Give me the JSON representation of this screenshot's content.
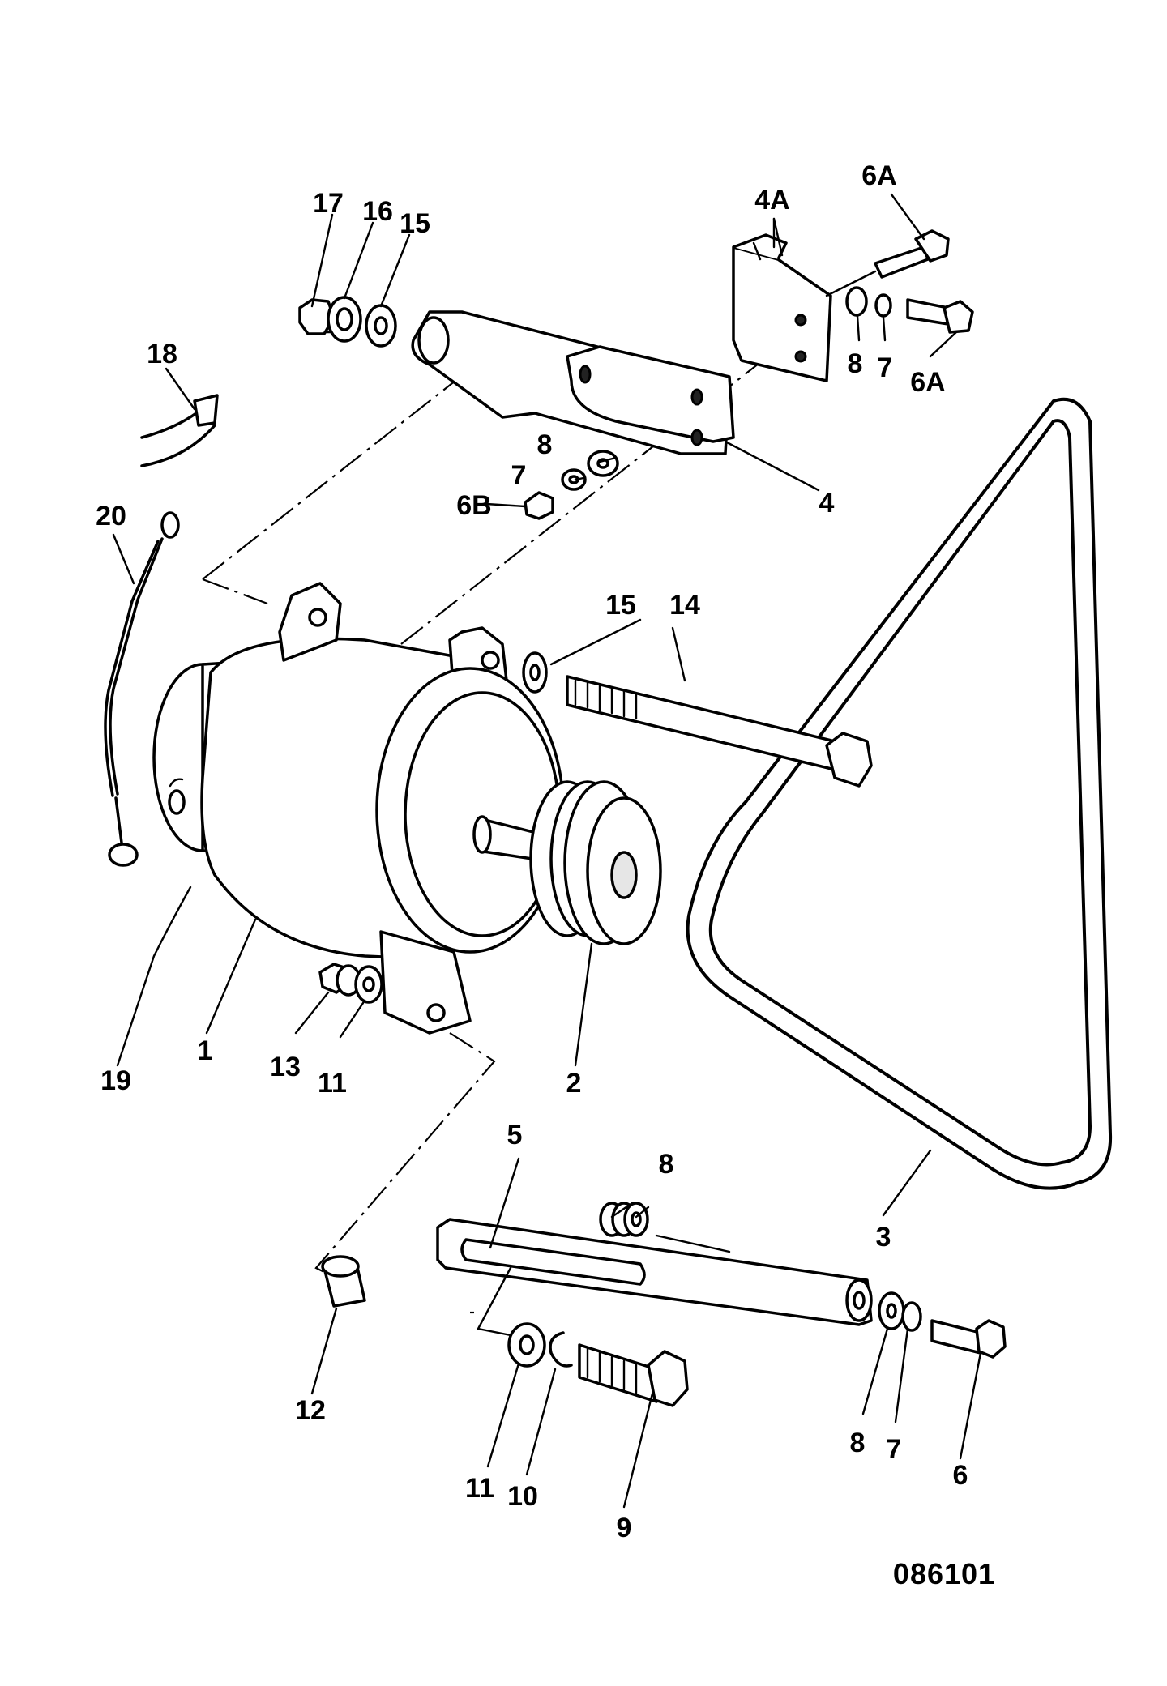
{
  "drawing_number": "086101",
  "labels": {
    "p1": "1",
    "p2": "2",
    "p3": "3",
    "p4": "4",
    "p4a": "4A",
    "p5": "5",
    "p6": "6",
    "p6a_top": "6A",
    "p6a_right": "6A",
    "p6b": "6B",
    "p7_top": "7",
    "p7_mid": "7",
    "p7_bot": "7",
    "p8_top": "8",
    "p8_mid": "8",
    "p8_group": "8",
    "p8_bot": "8",
    "p9": "9",
    "p10": "10",
    "p11_mid": "11",
    "p11_bot": "11",
    "p12": "12",
    "p13": "13",
    "p14": "14",
    "p15_top": "15",
    "p15_mid": "15",
    "p16": "16",
    "p17": "17",
    "p18": "18",
    "p19": "19",
    "p20": "20"
  }
}
